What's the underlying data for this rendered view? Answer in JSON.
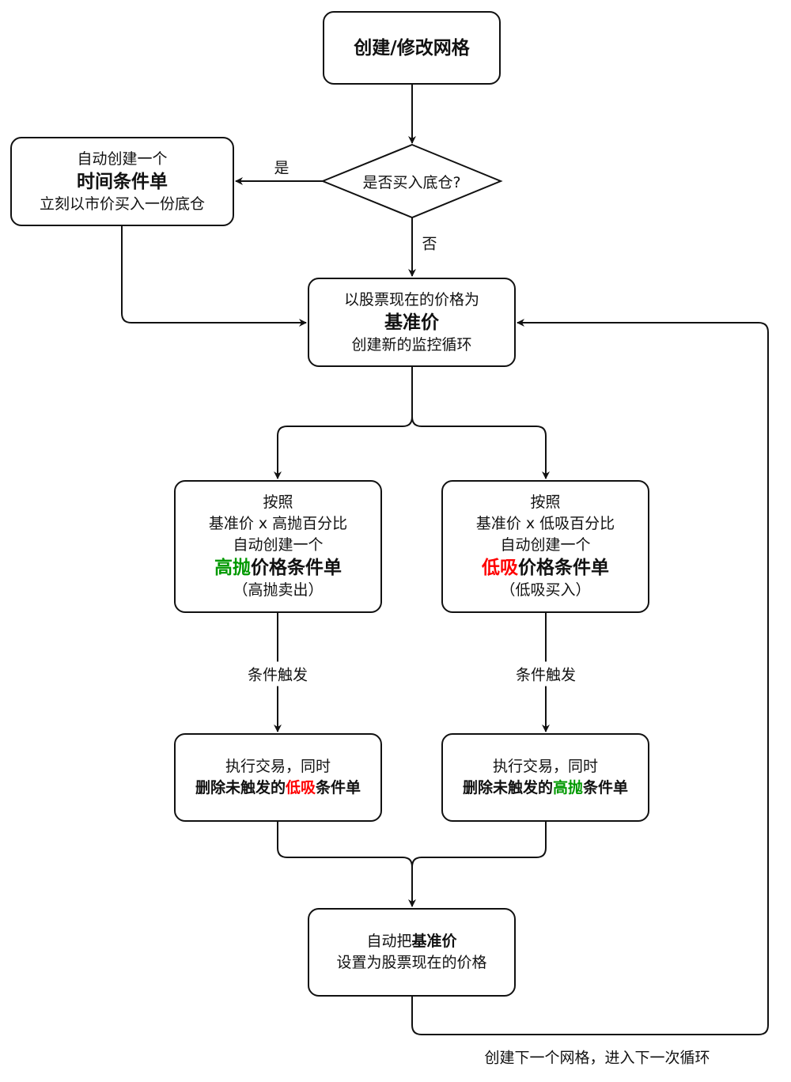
{
  "nodes": {
    "start": {
      "text": "创建/修改网格"
    },
    "decision": {
      "text": "是否买入底仓?"
    },
    "time_order": {
      "line1": "自动创建一个",
      "line2": "时间条件单",
      "line3": "立刻以市价买入一份底仓"
    },
    "base_price": {
      "line1": "以股票现在的价格为",
      "line2": "基准价",
      "line3": "创建新的监控循环"
    },
    "high_sell": {
      "line1": "按照",
      "line2": "基准价 x 高抛百分比",
      "line3": "自动创建一个",
      "highlight": "高抛",
      "bold_rest": "价格条件单",
      "line5": "（高抛卖出）"
    },
    "low_buy": {
      "line1": "按照",
      "line2": "基准价 x 低吸百分比",
      "line3": "自动创建一个",
      "highlight": "低吸",
      "bold_rest": "价格条件单",
      "line5": "（低吸买入）"
    },
    "exec_sell": {
      "line1": "执行交易，同时",
      "bold_pre": "删除未触发的",
      "highlight": "低吸",
      "bold_post": "条件单"
    },
    "exec_buy": {
      "line1": "执行交易，同时",
      "bold_pre": "删除未触发的",
      "highlight": "高抛",
      "bold_post": "条件单"
    },
    "reset": {
      "pre": "自动把",
      "bold": "基准价",
      "line2": "设置为股票现在的价格"
    }
  },
  "edge_labels": {
    "yes": "是",
    "no": "否",
    "trigger_left": "条件触发",
    "trigger_right": "条件触发",
    "loop": "创建下一个网格，进入下一次循环"
  },
  "colors": {
    "green": "#009900",
    "red": "#ff0000"
  }
}
